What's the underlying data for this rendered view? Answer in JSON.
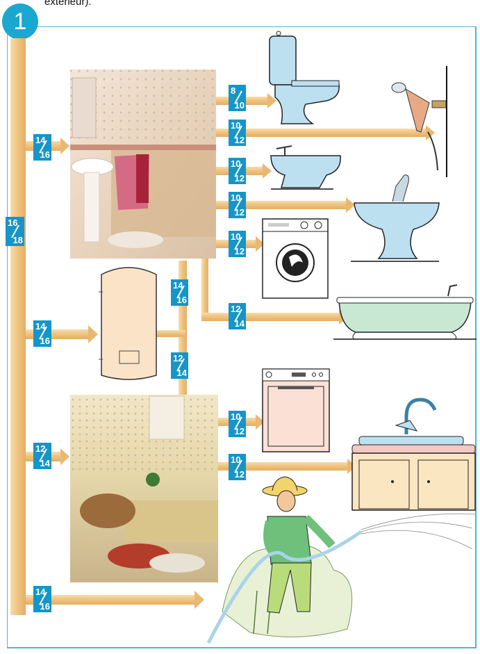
{
  "caption": "extérieur).",
  "figure_number": "1",
  "colors": {
    "pipe": "#f0c98a",
    "label": "#1595c8",
    "frame": "#49b8d6"
  },
  "labels": {
    "main": {
      "num": "16",
      "den": "18"
    },
    "bathroom": {
      "num": "14",
      "den": "16"
    },
    "heater": {
      "num": "14",
      "den": "16"
    },
    "kitchen": {
      "num": "12",
      "den": "14"
    },
    "outdoor": {
      "num": "14",
      "den": "16"
    },
    "wc": {
      "num": "8",
      "den": "10"
    },
    "shower": {
      "num": "10",
      "den": "12"
    },
    "bidet": {
      "num": "10",
      "den": "12"
    },
    "basin": {
      "num": "10",
      "den": "12"
    },
    "washing_machine": {
      "num": "10",
      "den": "12"
    },
    "bathtub": {
      "num": "12",
      "den": "14"
    },
    "hot_riser_top": {
      "num": "14",
      "den": "16"
    },
    "hot_riser_bottom": {
      "num": "12",
      "den": "14"
    },
    "dishwasher": {
      "num": "10",
      "den": "12"
    },
    "kitchen_sink": {
      "num": "10",
      "den": "12"
    }
  },
  "icons": [
    "wc-icon",
    "shower-icon",
    "bidet-icon",
    "basin-icon",
    "washing-machine-icon",
    "bathtub-icon",
    "water-heater-icon",
    "dishwasher-icon",
    "kitchen-sink-icon",
    "gardener-icon"
  ]
}
